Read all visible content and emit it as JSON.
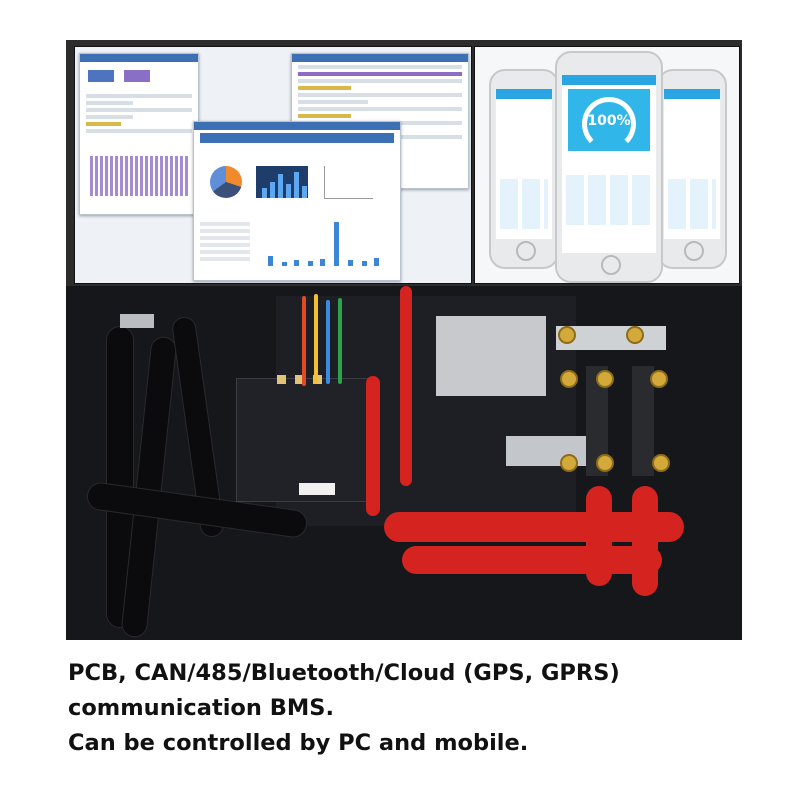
{
  "photo": {
    "pc_screen": {},
    "phone_screen": {
      "center_gauge_value": "100%"
    }
  },
  "caption": {
    "line1": "PCB, CAN/485/Bluetooth/Cloud (GPS, GPRS)",
    "line2": "communication BMS.",
    "line3": "Can be controlled by PC and mobile."
  },
  "colors": {
    "app_accent": "#2aa5e3",
    "cable_red": "#d5231f",
    "cable_black": "#0b0b0d",
    "caption_text": "#111111"
  }
}
